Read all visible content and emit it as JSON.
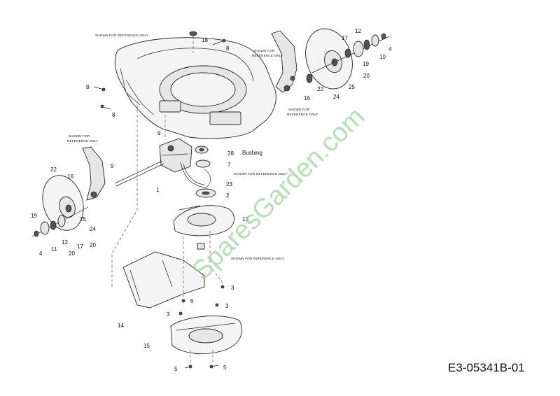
{
  "diagram": {
    "code": "E3-05341B-01",
    "watermark": "SparesGarden.com",
    "reference_note": "SHOWN FOR REFERENCE ONLY",
    "ref_deck_top": "SHOWN FOR REFERENCE ONLY",
    "ref_right_upper_1": "SHOWN FOR",
    "ref_right_upper_2": "REFERENCE ONLY",
    "ref_right_lower_1": "SHOWN FOR",
    "ref_right_lower_2": "REFERENCE ONLY",
    "ref_left_1": "SHOWN FOR",
    "ref_left_2": "REFERENCE ONLY",
    "ref_mid": "SHOWN FOR REFERENCE ONLY",
    "ref_lower": "SHOWN FOR REFERENCE ONLY",
    "bushing_label": "Bushing",
    "callouts": {
      "p18": "18",
      "p8a": "8",
      "p8b": "8",
      "p8c": "8",
      "p17r": "17",
      "p12r": "12",
      "p4r": "4",
      "p10r": "10",
      "p19r": "19",
      "p20r": "20",
      "p25r": "25",
      "p24r": "24",
      "p22r": "22",
      "p16r": "16",
      "p9a": "9",
      "p28": "28",
      "p7": "7",
      "p23": "23",
      "p2": "2",
      "p9b": "9",
      "p1": "1",
      "p22l": "22",
      "p16l": "16",
      "p25l": "25",
      "p24l": "24",
      "p20la": "20",
      "p19l": "19",
      "p4l": "4",
      "p11l": "11",
      "p12l": "12",
      "p17l": "17",
      "p20lb": "20",
      "p13": "13",
      "p3a": "3",
      "p3b": "3",
      "p3c": "3",
      "p6": "6",
      "p14": "14",
      "p15": "15",
      "p5a": "5",
      "p5b": "5"
    }
  }
}
